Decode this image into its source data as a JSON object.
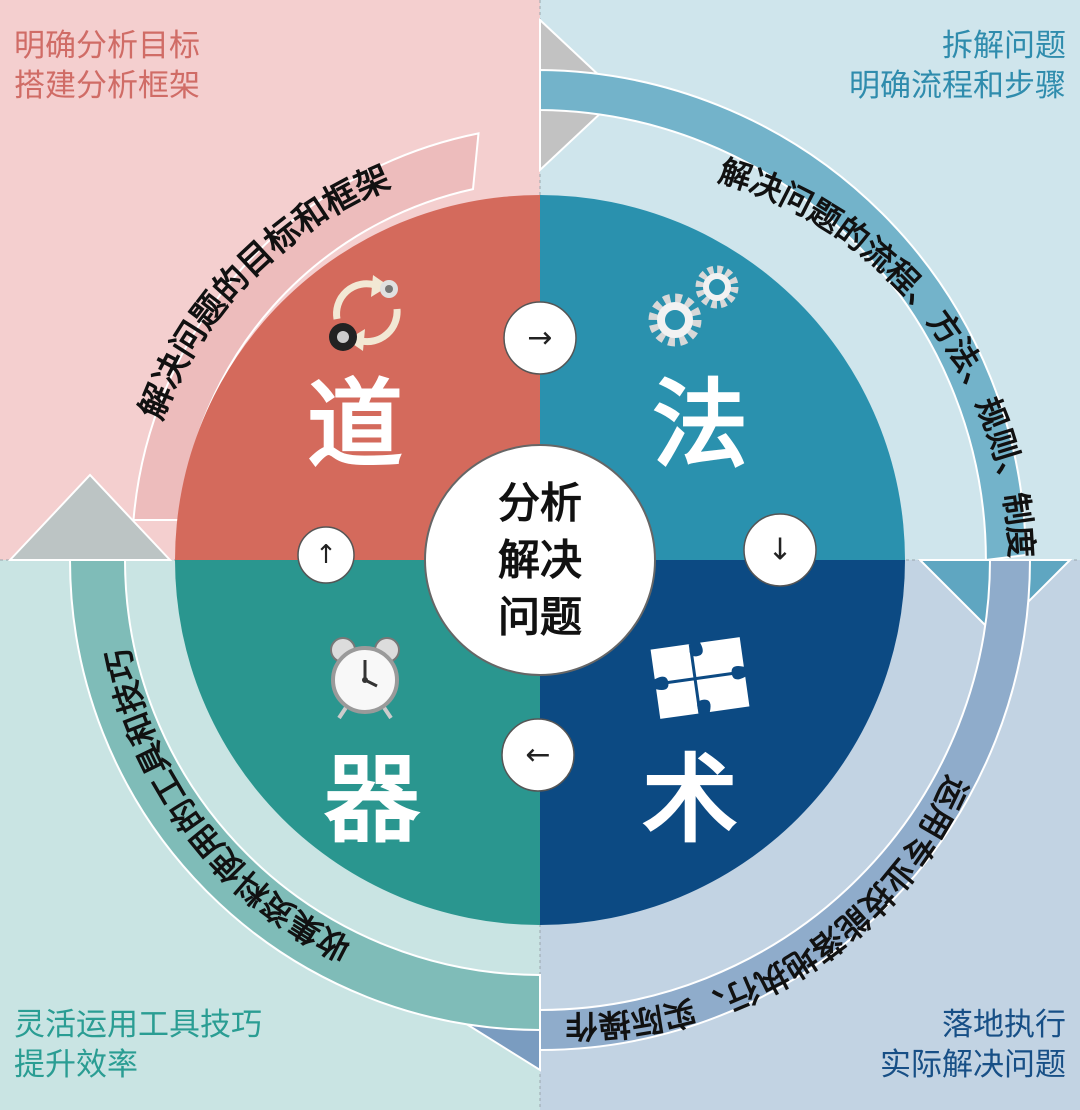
{
  "corners": {
    "top_left": {
      "line1": "明确分析目标",
      "line2": "搭建分析框架"
    },
    "top_right": {
      "line1": "拆解问题",
      "line2": "明确流程和步骤"
    },
    "bottom_left": {
      "line1": "灵活运用工具技巧",
      "line2": "提升效率"
    },
    "bottom_right": {
      "line1": "落地执行",
      "line2": "实际解决问题"
    }
  },
  "ring": {
    "dao": "解决问题的目标和框架",
    "fa": "解决问题的流程、方法、规则、制度",
    "shu": "运用专业技能落地执行、实际操作",
    "qi": "收集资料使用的工具和技巧"
  },
  "quadrants": {
    "dao": {
      "char": "道",
      "icon": "cycle-arrows-icon"
    },
    "fa": {
      "char": "法",
      "icon": "gears-icon"
    },
    "shu": {
      "char": "术",
      "icon": "puzzle-icon"
    },
    "qi": {
      "char": "器",
      "icon": "alarm-clock-icon"
    }
  },
  "center": {
    "line1": "分析",
    "line2": "解决",
    "line3": "问题"
  },
  "arrows": {
    "right": "→",
    "down": "↓",
    "left": "←",
    "up": "↑"
  },
  "colors": {
    "dao": "#d46a5c",
    "fa": "#2a91ae",
    "shu": "#0c4a83",
    "qi": "#2a968f",
    "bg_tl": "#f4cfcf",
    "bg_tr": "#cfe5ec",
    "bg_bl": "#c9e4e3",
    "bg_br": "#c2d3e3"
  }
}
